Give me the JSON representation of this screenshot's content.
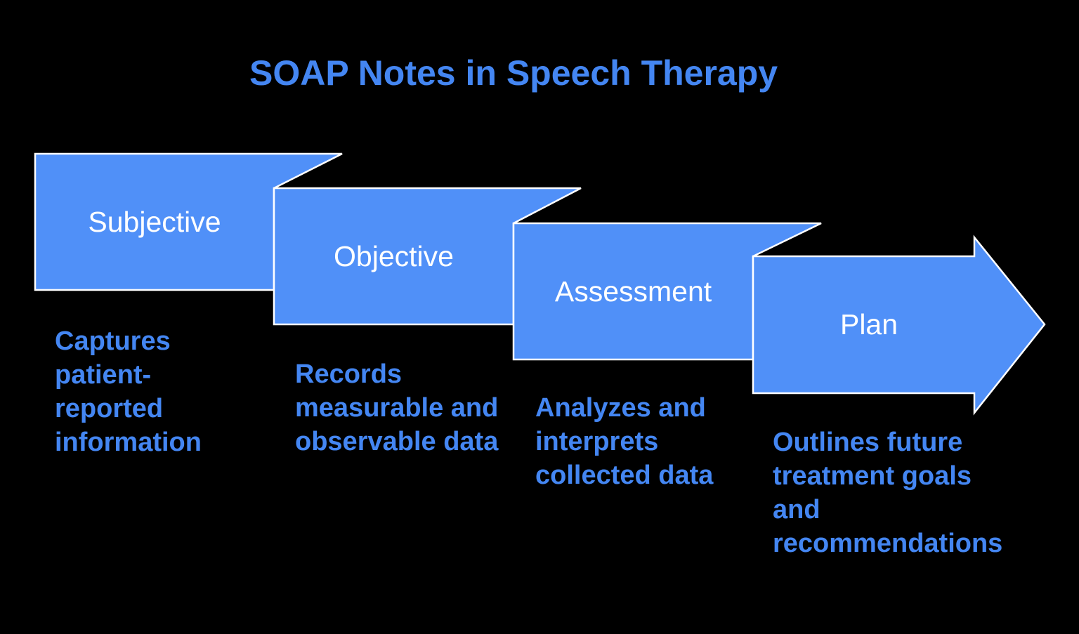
{
  "title": "SOAP Notes in Speech Therapy",
  "colors": {
    "background": "#000000",
    "accent": "#4486F2",
    "shape_fill": "#5090F8",
    "shape_border": "#FFFFFF",
    "label_text": "#FFFFFF"
  },
  "steps": [
    {
      "label": "Subjective",
      "description": "Captures\npatient-\nreported\ninformation"
    },
    {
      "label": "Objective",
      "description": "Records\nmeasurable and\nobservable data"
    },
    {
      "label": "Assessment",
      "description": "Analyzes and\ninterprets\ncollected data"
    },
    {
      "label": "Plan",
      "description": "Outlines future\ntreatment goals\nand\nrecommendations"
    }
  ]
}
